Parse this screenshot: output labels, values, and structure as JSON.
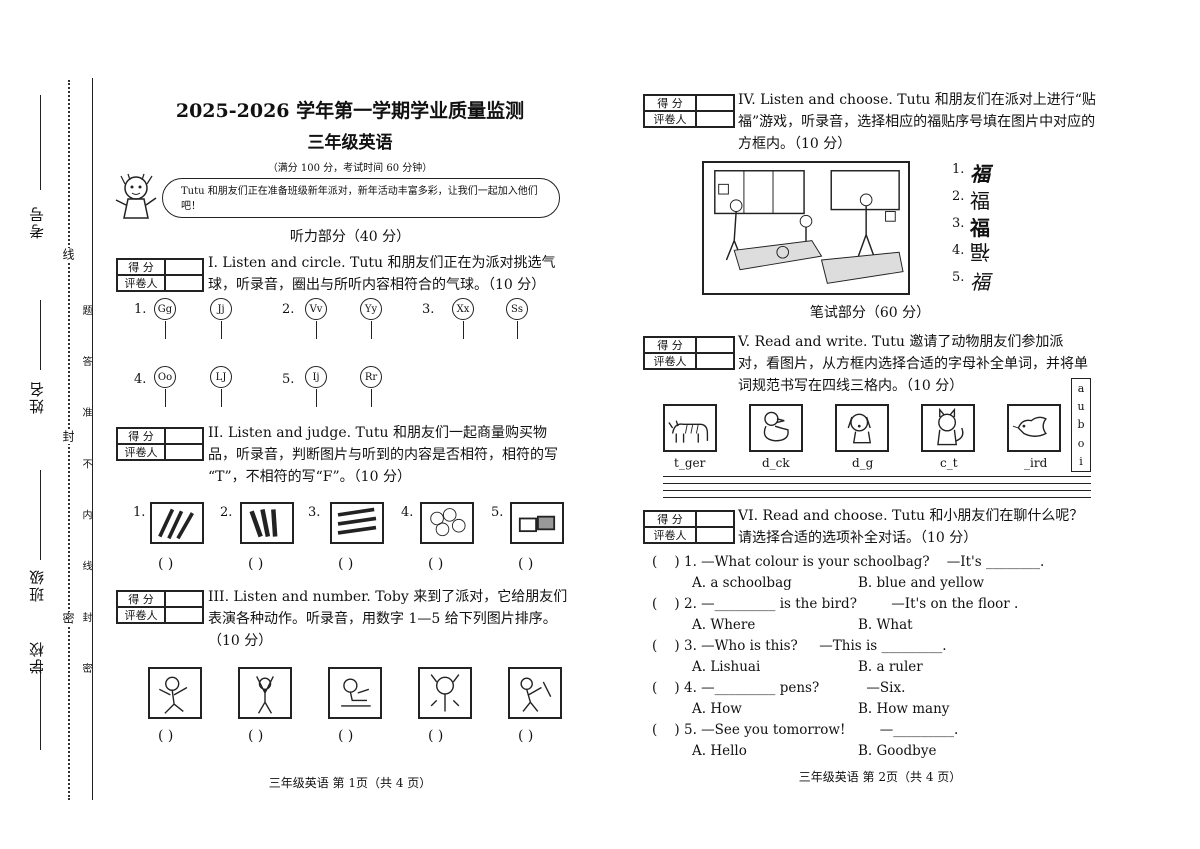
{
  "margin": {
    "kaohao": "考号",
    "xingming": "姓名",
    "banji": "班级",
    "xuexiao": "学校",
    "xian": "线",
    "feng": "封",
    "mi": "密",
    "warning": "题 答 准 不 内 线 封 密"
  },
  "header": {
    "title": "2025-2026 学年第一学期学业质量监测",
    "subtitle": "三年级英语",
    "note": "（满分 100 分，考试时间 60 分钟）",
    "intro": "Tutu 和朋友们正在准备班级新年派对，新年活动丰富多彩，让我们一起加入他们吧！"
  },
  "score_box": {
    "defen": "得 分",
    "pingjuan": "评卷人"
  },
  "listening": {
    "title": "听力部分（40 分）"
  },
  "q1": {
    "text": "I. Listen and circle. Tutu 和朋友们正在为派对挑选气球，听录音，圈出与所听内容相符合的气球。（10 分）",
    "n1": "1.",
    "n2": "2.",
    "n3": "3.",
    "n4": "4.",
    "n5": "5.",
    "b": [
      "Gg",
      "Jj",
      "Vv",
      "Yy",
      "Xx",
      "Ss",
      "Oo",
      "LJ",
      "Ij",
      "Rr"
    ]
  },
  "q2": {
    "text": "II. Listen and judge. Tutu 和朋友们一起商量购买物品，听录音，判断图片与听到的内容是否相符，相符的写 “T”，不相符的写“F”。（10 分）",
    "n": [
      "1.",
      "2.",
      "3.",
      "4.",
      "5."
    ],
    "paren": "(    )"
  },
  "q3": {
    "text": "III. Listen and number. Toby 来到了派对，它给朋友们表演各种动作。听录音，用数字 1—5 给下列图片排序。（10 分）"
  },
  "footer_left": "三年级英语  第 1页（共 4 页）",
  "q4": {
    "text": "IV. Listen and choose. Tutu 和朋友们在派对上进行“贴福”游戏，听录音，选择相应的福贴序号填在图片中对应的方框内。（10 分）",
    "items": [
      "1.",
      "2.",
      "3.",
      "4.",
      "5."
    ],
    "fu": "福"
  },
  "writing": {
    "title": "笔试部分（60 分）"
  },
  "q5": {
    "text": "V. Read and write. Tutu 邀请了动物朋友们参加派对，看图片，从方框内选择合适的字母补全单词，并将单词规范书写在四线三格内。（10 分）",
    "letters": [
      "a",
      "u",
      "b",
      "o",
      "i"
    ],
    "words": [
      "t_ger",
      "d_ck",
      "d_g",
      "c_t",
      "_ird"
    ],
    "icons": [
      "tiger-icon",
      "duck-icon",
      "dog-icon",
      "cat-icon",
      "bird-icon"
    ]
  },
  "q6": {
    "text": "VI. Read and choose. Tutu 和小朋友们在聊什么呢？请选择合适的选项补全对话。（10 分）",
    "items": [
      {
        "q": "(    ) 1. —What colour is your schoolbag?    —It's ________.",
        "a": "A. a schoolbag",
        "b": "B. blue and yellow"
      },
      {
        "q": "(    ) 2. —_________ is the bird?        —It's on the floor .",
        "a": "A. Where",
        "b": "B. What"
      },
      {
        "q": "(    ) 3. —Who is this?     —This is _________.",
        "a": "A. Lishuai",
        "b": "B. a ruler"
      },
      {
        "q": "(    ) 4. —_________ pens?           —Six.",
        "a": "A. How",
        "b": "B. How many"
      },
      {
        "q": "(    ) 5. —See you tomorrow!        —_________.",
        "a": "A. Hello",
        "b": "B. Goodbye"
      }
    ]
  },
  "footer_right": "三年级英语  第 2页（共 4 页）"
}
